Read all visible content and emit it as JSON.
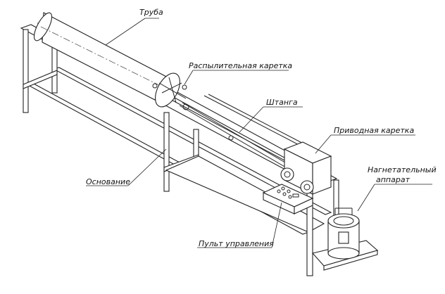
{
  "labels": {
    "pipe": "Труба",
    "spray_carriage": "Распылительная каретка",
    "rod": "Штанга",
    "drive_carriage": "Приводная каретка",
    "pump_line1": "Нагнетательный",
    "pump_line2": "аппарат",
    "base": "Основание",
    "control_panel": "Пульт управления"
  }
}
